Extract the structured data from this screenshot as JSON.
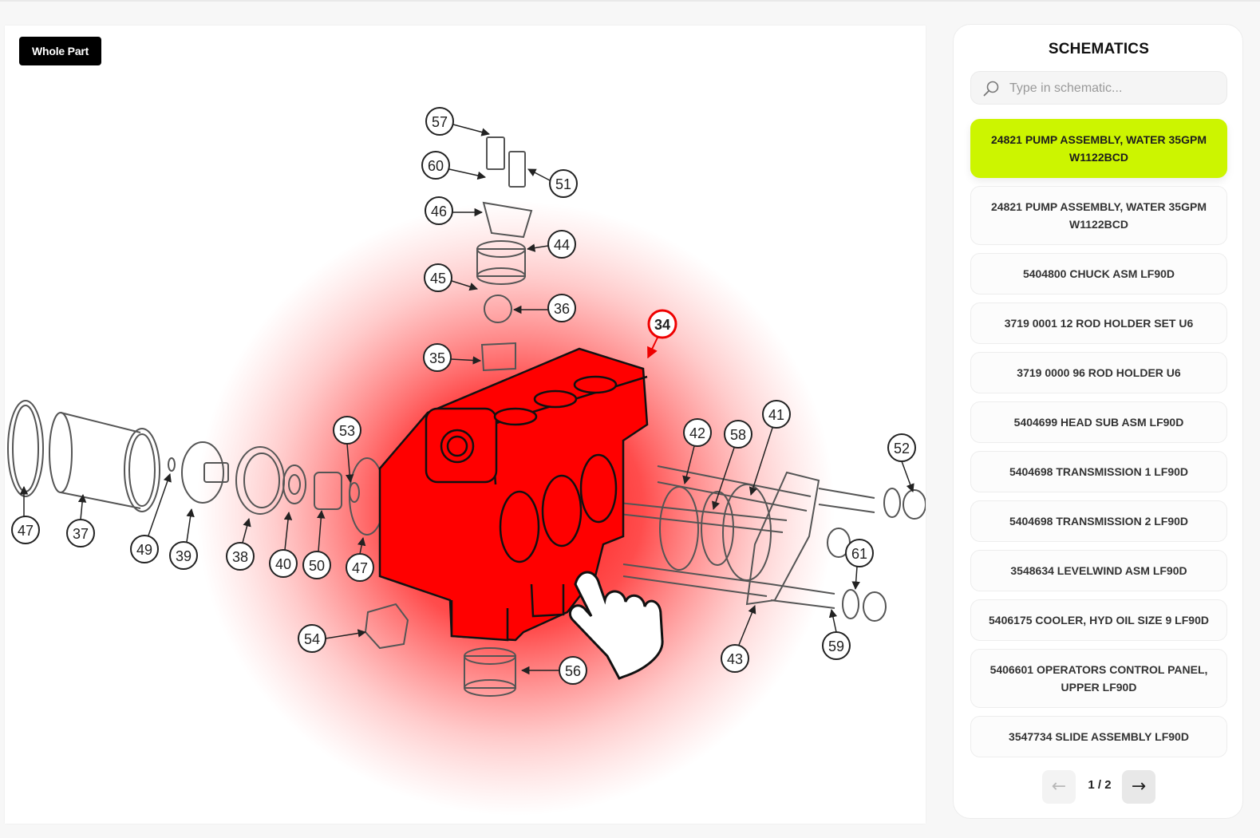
{
  "toolbar": {
    "whole_part_label": "Whole Part"
  },
  "diagram": {
    "highlight_color": "#ff0000",
    "selected_callout": "34",
    "callouts": [
      "57",
      "60",
      "51",
      "46",
      "44",
      "45",
      "36",
      "35",
      "34",
      "53",
      "42",
      "58",
      "41",
      "52",
      "47",
      "37",
      "49",
      "39",
      "38",
      "40",
      "50",
      "47",
      "61",
      "54",
      "56",
      "43",
      "59"
    ]
  },
  "schematics": {
    "title": "SCHEMATICS",
    "search_placeholder": "Type in schematic...",
    "accent_color": "#ccf500",
    "items": [
      {
        "label": "24821 PUMP ASSEMBLY, WATER 35GPM W1122BCD",
        "active": true
      },
      {
        "label": "24821 PUMP ASSEMBLY, WATER 35GPM W1122BCD",
        "active": false
      },
      {
        "label": "5404800 CHUCK ASM LF90D",
        "active": false
      },
      {
        "label": "3719 0001 12 ROD HOLDER SET U6",
        "active": false
      },
      {
        "label": "3719 0000 96 ROD HOLDER U6",
        "active": false
      },
      {
        "label": "5404699 HEAD SUB ASM LF90D",
        "active": false
      },
      {
        "label": "5404698 TRANSMISSION 1 LF90D",
        "active": false
      },
      {
        "label": "5404698 TRANSMISSION 2 LF90D",
        "active": false
      },
      {
        "label": "3548634 LEVELWIND ASM LF90D",
        "active": false
      },
      {
        "label": "5406175 COOLER, HYD OIL SIZE 9 LF90D",
        "active": false
      },
      {
        "label": "5406601 OPERATORS CONTROL PANEL, UPPER LF90D",
        "active": false
      },
      {
        "label": "3547734 SLIDE ASSEMBLY LF90D",
        "active": false
      }
    ],
    "pagination": {
      "text": "1 / 2",
      "prev_icon": "arrow-left-icon",
      "next_icon": "arrow-right-icon"
    }
  }
}
